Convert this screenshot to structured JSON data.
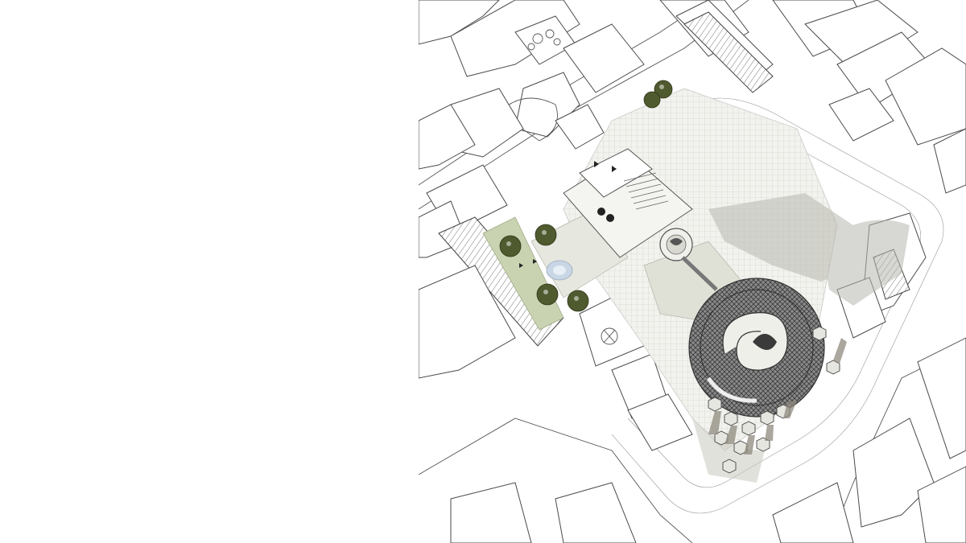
{
  "figure": {
    "kind": "architectural-site-plan",
    "labels_printed": [],
    "colors": {
      "background": "#ffffff",
      "linework": "#4a4a4a",
      "paving_green": "#d9dccd",
      "lawn_green": "#c9d3b2",
      "tree_green": "#4f5a2e",
      "pavilion_mesh": "#6a6a6a",
      "shadow_grey": "#b8b8b0",
      "pool_blue": "#c8d6e6"
    },
    "elements": [
      "city-block-outlines",
      "street-outlines",
      "plaza-paving",
      "lawn-strip",
      "trees",
      "stair-block",
      "round-pavilion",
      "spiral-ramp",
      "hexagonal-kiosks",
      "fountain-pool"
    ]
  }
}
